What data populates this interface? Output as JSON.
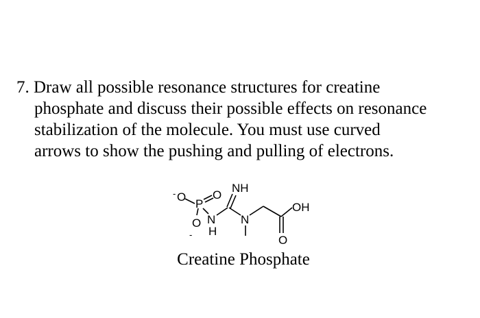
{
  "question": {
    "lines": [
      "7. Draw all possible resonance structures for creatine",
      "phosphate and discuss their possible effects on resonance",
      "stabilization of the molecule.  You must use curved",
      "arrows to show the pushing and pulling of electrons."
    ]
  },
  "molecule": {
    "atoms": {
      "o_minus_top": "O",
      "minus_top": "-",
      "p": "P",
      "o_double": "O",
      "o_minus_bottom": "O",
      "minus_bottom": "-",
      "nh_top": "NH",
      "n_amide": "N",
      "h_amide": "H",
      "n_methyl": "N",
      "oh": "OH",
      "o_carbonyl": "O"
    }
  },
  "caption": "Creatine Phosphate"
}
